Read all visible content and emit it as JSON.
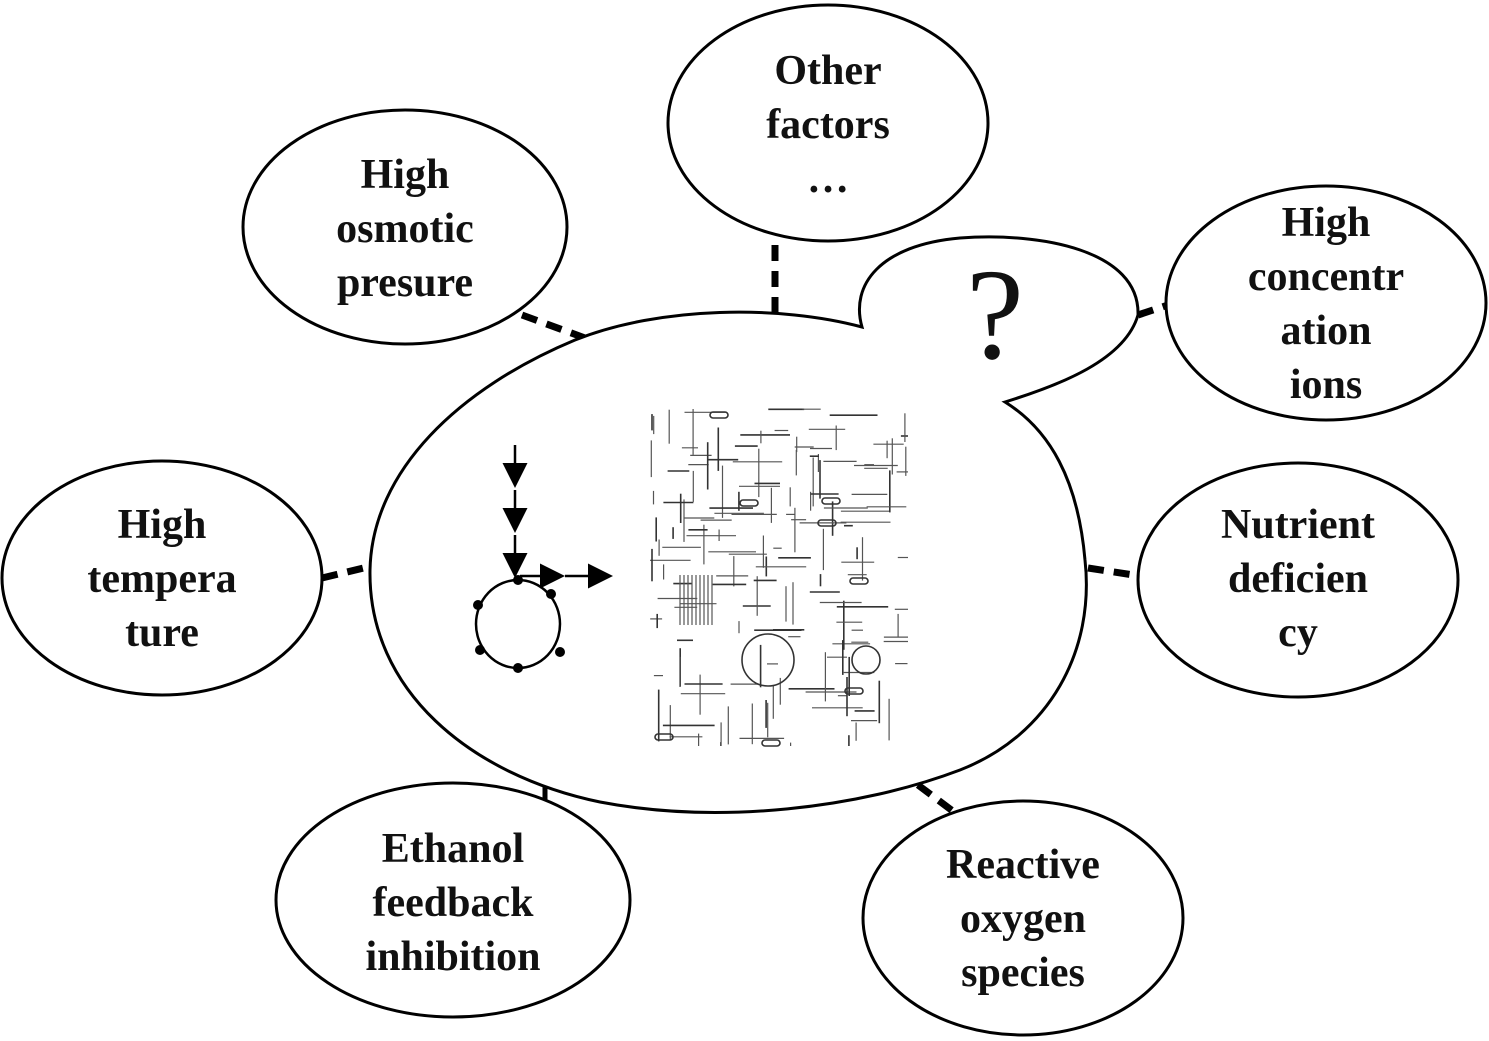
{
  "cell": {
    "question_mark": "?"
  },
  "stress_factors": [
    {
      "id": "other-factors",
      "lines": [
        "Other",
        "factors",
        "…"
      ]
    },
    {
      "id": "high-osmotic-pressure",
      "lines": [
        "High",
        "osmotic",
        "presure"
      ]
    },
    {
      "id": "high-concentration-ions",
      "lines": [
        "High",
        "concentr",
        "ation",
        "ions"
      ]
    },
    {
      "id": "high-temperature",
      "lines": [
        "High",
        "tempera",
        "ture"
      ]
    },
    {
      "id": "nutrient-deficiency",
      "lines": [
        "Nutrient",
        "deficien",
        "cy"
      ]
    },
    {
      "id": "ethanol-feedback-inhibition",
      "lines": [
        "Ethanol",
        "feedback",
        "inhibition"
      ]
    },
    {
      "id": "reactive-oxygen-species",
      "lines": [
        "Reactive",
        "oxygen",
        "species"
      ]
    }
  ],
  "colors": {
    "stroke": "#000000",
    "text": "#111111",
    "background": "#ffffff"
  }
}
